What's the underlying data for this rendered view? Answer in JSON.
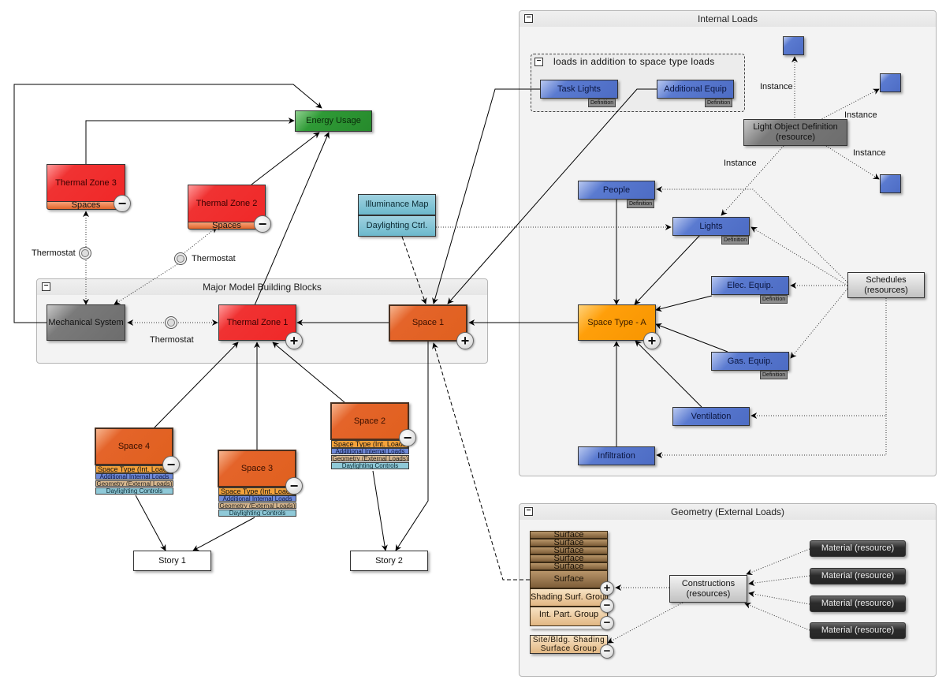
{
  "groups": {
    "internal_loads": {
      "title": "Internal Loads",
      "collapse": "−"
    },
    "additional_loads": {
      "title": "loads in addition to space type loads",
      "collapse": "−"
    },
    "major_blocks": {
      "title": "Major Model Building Blocks",
      "collapse": "−"
    },
    "geometry": {
      "title": "Geometry (External Loads)",
      "collapse": "−"
    }
  },
  "nodes": {
    "energy_usage": "Energy Usage",
    "thermal_zone_3": "Thermal Zone 3",
    "thermal_zone_2": "Thermal Zone 2",
    "thermal_zone_1": "Thermal Zone 1",
    "mechanical_system": "Mechanical System",
    "space_1": "Space 1",
    "space_2": "Space 2",
    "space_3": "Space 3",
    "space_4": "Space 4",
    "story_1": "Story 1",
    "story_2": "Story 2",
    "illuminance_map": "Illuminance Map",
    "daylighting_ctrl": "Daylighting Ctrl.",
    "task_lights": "Task Lights",
    "additional_equip": "Additional Equip",
    "light_object_definition": "Light Object Definition\n(resource)",
    "people": "People",
    "lights": "Lights",
    "elec_equip": "Elec. Equip.",
    "gas_equip": "Gas. Equip.",
    "ventilation": "Ventilation",
    "infiltration": "Infiltration",
    "space_type_a": "Space Type - A",
    "schedules": "Schedules\n(resources)",
    "constructions": "Constructions\n(resources)",
    "material": "Material (resource)",
    "surface": "Surface",
    "shading_surf_group": "Shading Surf. Group",
    "int_part_group": "Int. Part. Group",
    "site_bldg_shading": "Site/Bldg. Shading\nSurface Group"
  },
  "sub_bars": {
    "spaces": "Spaces",
    "space_type": "Space Type (Int. Loads)",
    "additional_internal_loads": "Additional Internal Loads",
    "geometry_external_loads": "Geometry (External Loads)",
    "daylighting_controls": "Daylighting Controls"
  },
  "tags": {
    "definition": "Definition"
  },
  "edge_labels": {
    "thermostat": "Thermostat",
    "instance": "Instance"
  },
  "toggles": {
    "expand": "+",
    "collapse": "−"
  }
}
